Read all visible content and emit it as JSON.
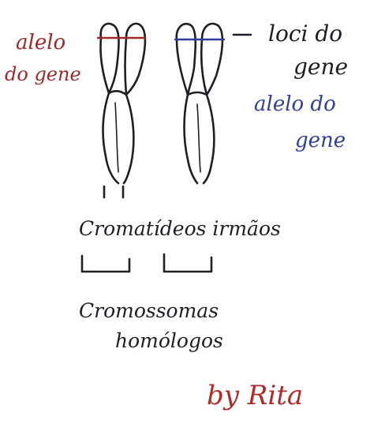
{
  "labels": {
    "allele_left_1": "alelo",
    "allele_left_2": "do gene",
    "loci_1": "loci do",
    "loci_2": "gene",
    "allele_right_1": "alelo do",
    "allele_right_2": "gene",
    "chromatids": "Cromatídeos irmãos",
    "homologs_1": "Cromossomas",
    "homologs_2": "homólogos",
    "signature": "by Rita"
  },
  "colors": {
    "ink": "#1e1e24",
    "allele_left": "#9b2a2a",
    "allele_right": "#2f3f9a",
    "signature": "#b02a2a"
  }
}
